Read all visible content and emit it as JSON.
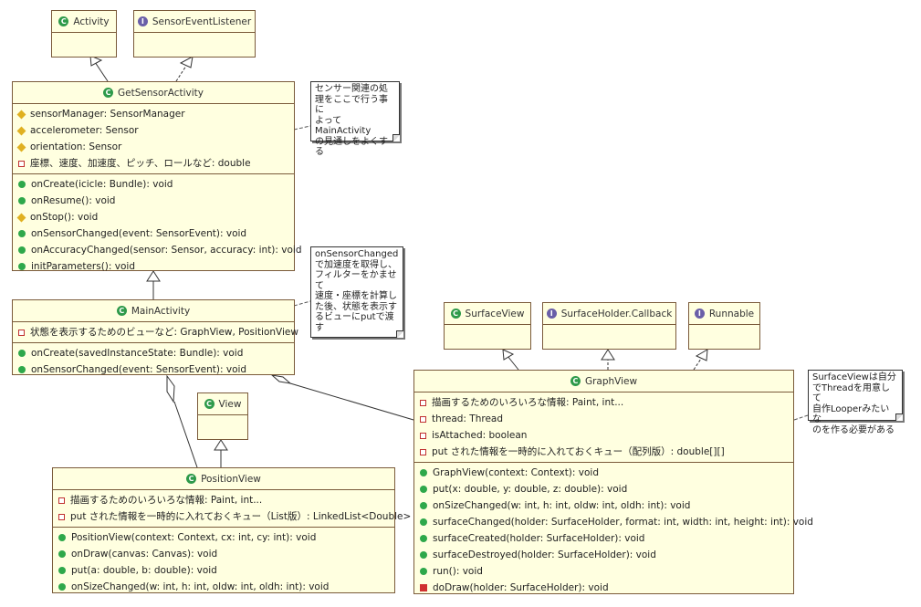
{
  "classes": {
    "activity": {
      "name": "Activity"
    },
    "sensor_event_listener": {
      "name": "SensorEventListener"
    },
    "get_sensor_activity": {
      "name": "GetSensorActivity",
      "attributes": [
        "sensorManager: SensorManager",
        "accelerometer: Sensor",
        "orientation: Sensor",
        "座標、速度、加速度、ピッチ、ロールなど: double"
      ],
      "methods": [
        "onCreate(icicle: Bundle): void",
        "onResume(): void",
        "onStop(): void",
        "onSensorChanged(event: SensorEvent): void",
        "onAccuracyChanged(sensor: Sensor, accuracy: int): void",
        "initParameters(): void"
      ]
    },
    "main_activity": {
      "name": "MainActivity",
      "attributes": [
        "状態を表示するためのビューなど: GraphView, PositionView"
      ],
      "methods": [
        "onCreate(savedInstanceState: Bundle): void",
        "onSensorChanged(event: SensorEvent): void"
      ]
    },
    "view": {
      "name": "View"
    },
    "position_view": {
      "name": "PositionView",
      "attributes": [
        "描画するためのいろいろな情報: Paint, int...",
        "put された情報を一時的に入れておくキュー（List版）: LinkedList<Double>"
      ],
      "methods": [
        "PositionView(context: Context, cx: int, cy: int): void",
        "onDraw(canvas: Canvas): void",
        "put(a: double, b: double): void",
        "onSizeChanged(w: int, h: int, oldw: int, oldh: int): void"
      ]
    },
    "surface_view": {
      "name": "SurfaceView"
    },
    "surface_holder_callback": {
      "name": "SurfaceHolder.Callback"
    },
    "runnable": {
      "name": "Runnable"
    },
    "graph_view": {
      "name": "GraphView",
      "attributes": [
        "描画するためのいろいろな情報: Paint, int...",
        "thread: Thread",
        "isAttached: boolean",
        "put された情報を一時的に入れておくキュー（配列版）: double[][]"
      ],
      "methods": [
        "GraphView(context: Context): void",
        "put(x: double, y: double, z: double): void",
        "onSizeChanged(w: int, h: int, oldw: int, oldh: int): void",
        "surfaceChanged(holder: SurfaceHolder, format: int, width: int, height: int): void",
        "surfaceCreated(holder: SurfaceHolder): void",
        "surfaceDestroyed(holder: SurfaceHolder): void",
        "run(): void",
        "doDraw(holder: SurfaceHolder): void"
      ]
    }
  },
  "notes": {
    "note1": "センサー関連の処\n理をここで行う事に\nよってMainActivity\nの見通しをよくする",
    "note2": "onSensorChanged\nで加速度を取得し、\nフィルターをかませて\n速度・座標を計算し\nた後、状態を表示す\nるビューにputで渡す",
    "note3": "SurfaceViewは自分\nでThreadを用意して\n自作Looperみたいな\nのを作る必要がある"
  },
  "icons": {
    "class_icon": "C",
    "interface_icon": "I"
  },
  "colors": {
    "class_fill": "#ffffe0",
    "class_border": "#7a5a3a",
    "public": "#2ea84a",
    "protected": "#e0b020",
    "private": "#c03030"
  }
}
